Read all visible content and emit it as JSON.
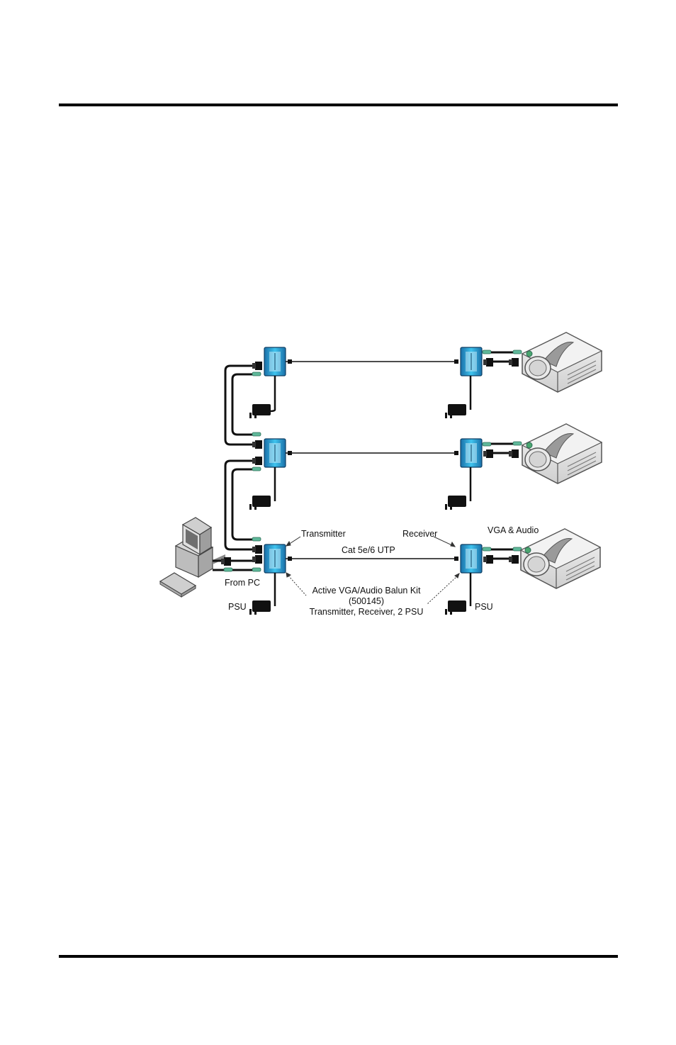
{
  "diagram": {
    "labels": {
      "transmitter": "Transmitter",
      "receiver": "Receiver",
      "vga_audio": "VGA & Audio",
      "cable": "Cat 5e/6 UTP",
      "from_pc": "From PC",
      "psu_left": "PSU",
      "psu_right": "PSU",
      "kit_line1": "Active VGA/Audio Balun Kit",
      "kit_line2": "(500145)",
      "kit_line3": "Transmitter, Receiver, 2 PSU"
    },
    "colors": {
      "balun_blue": "#29b6e6",
      "balun_dark": "#1a6fa8",
      "audio_green": "#5fb89a",
      "projector_body": "#e6e6e6",
      "cable": "#111111"
    }
  }
}
